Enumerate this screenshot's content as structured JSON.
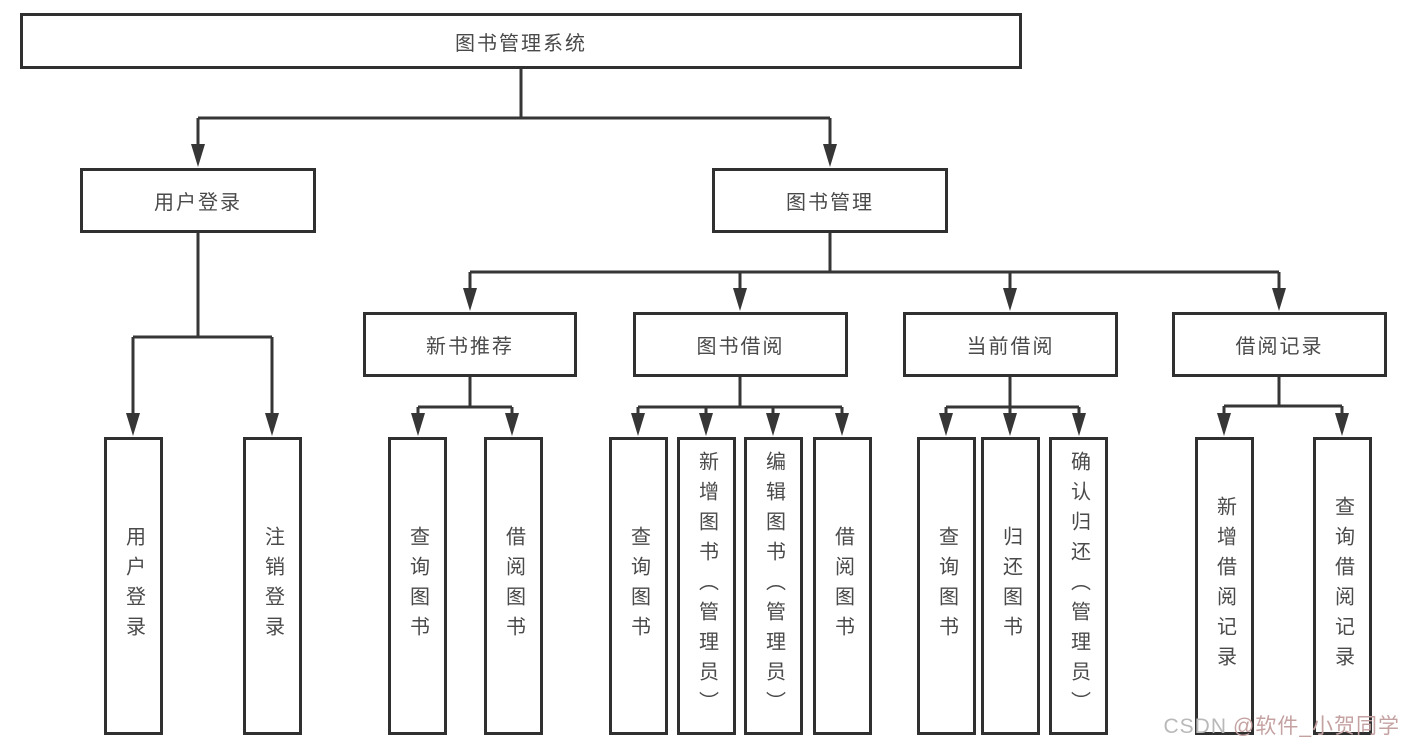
{
  "diagram": {
    "title": "图书管理系统",
    "type": "hierarchy-diagram",
    "colors": {
      "line": "#363636",
      "box_border": "#303030",
      "box_background": "#ffffff",
      "text": "#4a4a4a",
      "watermark_gray": "#b9b9b9",
      "watermark_red": "#c5a2a2"
    },
    "tree": {
      "label": "图书管理系统",
      "children": [
        {
          "label": "用户登录",
          "children": [
            {
              "label": "用户登录"
            },
            {
              "label": "注销登录"
            }
          ]
        },
        {
          "label": "图书管理",
          "children": [
            {
              "label": "新书推荐",
              "children": [
                {
                  "label": "查询图书"
                },
                {
                  "label": "借阅图书"
                }
              ]
            },
            {
              "label": "图书借阅",
              "children": [
                {
                  "label": "查询图书"
                },
                {
                  "label": "新增图书（管理员）"
                },
                {
                  "label": "编辑图书（管理员）"
                },
                {
                  "label": "借阅图书"
                }
              ]
            },
            {
              "label": "当前借阅",
              "children": [
                {
                  "label": "查询图书"
                },
                {
                  "label": "归还图书"
                },
                {
                  "label": "确认归还（管理员）"
                }
              ]
            },
            {
              "label": "借阅记录",
              "children": [
                {
                  "label": "新增借阅记录"
                },
                {
                  "label": "查询借阅记录"
                }
              ]
            }
          ]
        }
      ]
    },
    "watermark": {
      "prefix": "CSDN",
      "handle": "@软件_小贺同学"
    }
  }
}
